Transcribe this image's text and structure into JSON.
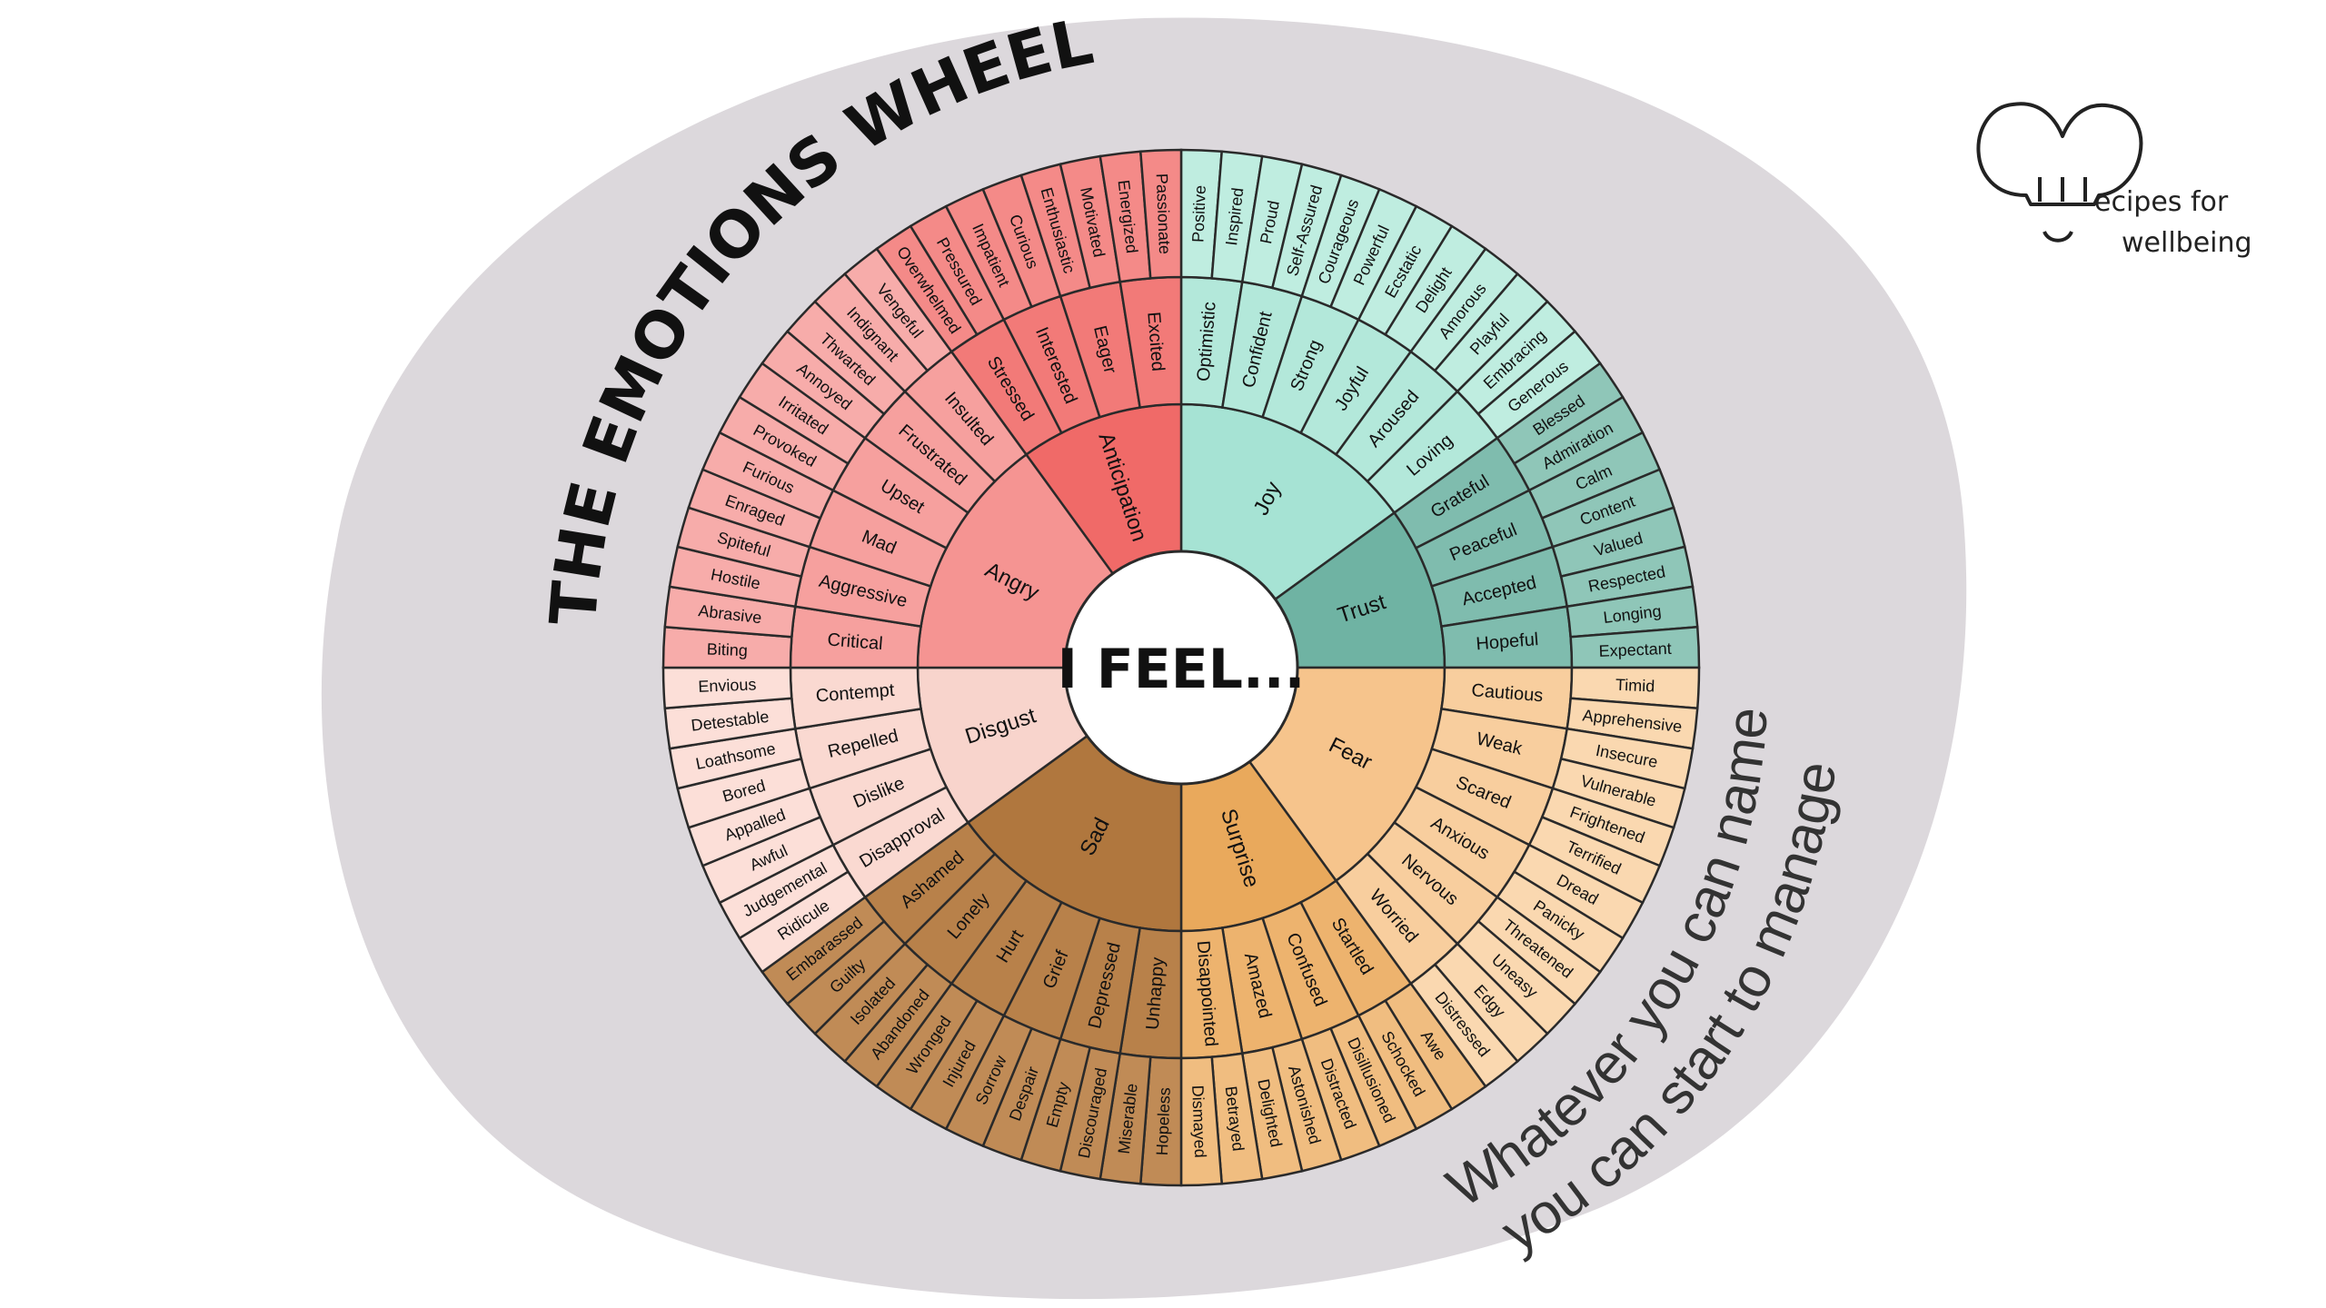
{
  "title": "THE EMOTIONS WHEEL",
  "hub": "I FEEL...",
  "tagline": [
    "Whatever you can name",
    "you can start to manage"
  ],
  "logo": {
    "icon": "chef-hat-heart-icon",
    "line1": "ecipes for",
    "line2": "wellbeing"
  },
  "colors": {
    "background_blob": "#dcd8dc",
    "stroke": "#2a2a2a"
  },
  "emotions": [
    {
      "name": "Joy",
      "colors": [
        "#a6e3d4",
        "#b3e8da",
        "#bfede0"
      ],
      "children": [
        {
          "name": "Optimistic",
          "children": [
            "Positive",
            "Inspired"
          ]
        },
        {
          "name": "Confident",
          "children": [
            "Proud",
            "Self-Assured"
          ]
        },
        {
          "name": "Strong",
          "children": [
            "Courageous",
            "Powerful"
          ]
        },
        {
          "name": "Joyful",
          "children": [
            "Ecstatic",
            "Delight"
          ]
        },
        {
          "name": "Aroused",
          "children": [
            "Amorous",
            "Playful"
          ]
        },
        {
          "name": "Loving",
          "children": [
            "Embracing",
            "Generous"
          ]
        }
      ]
    },
    {
      "name": "Trust",
      "colors": [
        "#6fb3a3",
        "#7fbcae",
        "#8fc6b8"
      ],
      "children": [
        {
          "name": "Grateful",
          "children": [
            "Blessed",
            "Admiration"
          ]
        },
        {
          "name": "Peaceful",
          "children": [
            "Calm",
            "Content"
          ]
        },
        {
          "name": "Accepted",
          "children": [
            "Valued",
            "Respected"
          ]
        },
        {
          "name": "Hopeful",
          "children": [
            "Longing",
            "Expectant"
          ]
        }
      ]
    },
    {
      "name": "Fear",
      "colors": [
        "#f6c48c",
        "#f8ce9e",
        "#fad8b0"
      ],
      "children": [
        {
          "name": "Cautious",
          "children": [
            "Timid",
            "Apprehensive"
          ]
        },
        {
          "name": "Weak",
          "children": [
            "Insecure",
            "Vulnerable"
          ]
        },
        {
          "name": "Scared",
          "children": [
            "Frightened",
            "Terrified"
          ]
        },
        {
          "name": "Anxious",
          "children": [
            "Dread",
            "Panicky"
          ]
        },
        {
          "name": "Nervous",
          "children": [
            "Threatened",
            "Uneasy"
          ]
        },
        {
          "name": "Worried",
          "children": [
            "Edgy",
            "Distressed"
          ]
        }
      ]
    },
    {
      "name": "Surprise",
      "colors": [
        "#e9a95c",
        "#edb36e",
        "#f0bd80"
      ],
      "children": [
        {
          "name": "Startled",
          "children": [
            "Awe",
            "Schocked"
          ]
        },
        {
          "name": "Confused",
          "children": [
            "Disillusioned",
            "Distracted"
          ]
        },
        {
          "name": "Amazed",
          "children": [
            "Astonished",
            "Delighted"
          ]
        },
        {
          "name": "Disappointed",
          "children": [
            "Betrayed",
            "Dismayed"
          ]
        }
      ]
    },
    {
      "name": "Sad",
      "colors": [
        "#b0773e",
        "#b8814a",
        "#c08b56"
      ],
      "children": [
        {
          "name": "Unhappy",
          "children": [
            "Hopeless",
            "Miserable"
          ]
        },
        {
          "name": "Depressed",
          "children": [
            "Discouraged",
            "Empty"
          ]
        },
        {
          "name": "Grief",
          "children": [
            "Despair",
            "Sorrow"
          ]
        },
        {
          "name": "Hurt",
          "children": [
            "Injured",
            "Wronged"
          ]
        },
        {
          "name": "Lonely",
          "children": [
            "Abandoned",
            "Isolated"
          ]
        },
        {
          "name": "Ashamed",
          "children": [
            "Guilty",
            "Embarassed"
          ]
        }
      ]
    },
    {
      "name": "Disgust",
      "colors": [
        "#f8d4cc",
        "#fad9d1",
        "#fcdfd8"
      ],
      "children": [
        {
          "name": "Disapproval",
          "children": [
            "Ridicule",
            "Judgemental"
          ]
        },
        {
          "name": "Dislike",
          "children": [
            "Awful",
            "Appalled"
          ]
        },
        {
          "name": "Repelled",
          "children": [
            "Bored",
            "Loathsome"
          ]
        },
        {
          "name": "Contempt",
          "children": [
            "Detestable",
            "Envious"
          ]
        }
      ]
    },
    {
      "name": "Angry",
      "colors": [
        "#f59492",
        "#f6a09e",
        "#f7acaa"
      ],
      "children": [
        {
          "name": "Critical",
          "children": [
            "Biting",
            "Abrasive"
          ]
        },
        {
          "name": "Aggressive",
          "children": [
            "Hostile",
            "Spiteful"
          ]
        },
        {
          "name": "Mad",
          "children": [
            "Enraged",
            "Furious"
          ]
        },
        {
          "name": "Upset",
          "children": [
            "Provoked",
            "Irritated"
          ]
        },
        {
          "name": "Frustrated",
          "children": [
            "Annoyed",
            "Thwarted"
          ]
        },
        {
          "name": "Insulted",
          "children": [
            "Indignant",
            "Vengeful"
          ]
        }
      ]
    },
    {
      "name": "Anticipation",
      "colors": [
        "#f06a68",
        "#f27a78",
        "#f48a88"
      ],
      "children": [
        {
          "name": "Stressed",
          "children": [
            "Overwhelmed",
            "Pressured"
          ]
        },
        {
          "name": "Interested",
          "children": [
            "Impatient",
            "Curious"
          ]
        },
        {
          "name": "Eager",
          "children": [
            "Enthusiastic",
            "Motivated"
          ]
        },
        {
          "name": "Excited",
          "children": [
            "Energized",
            "Passionate"
          ]
        }
      ]
    }
  ]
}
